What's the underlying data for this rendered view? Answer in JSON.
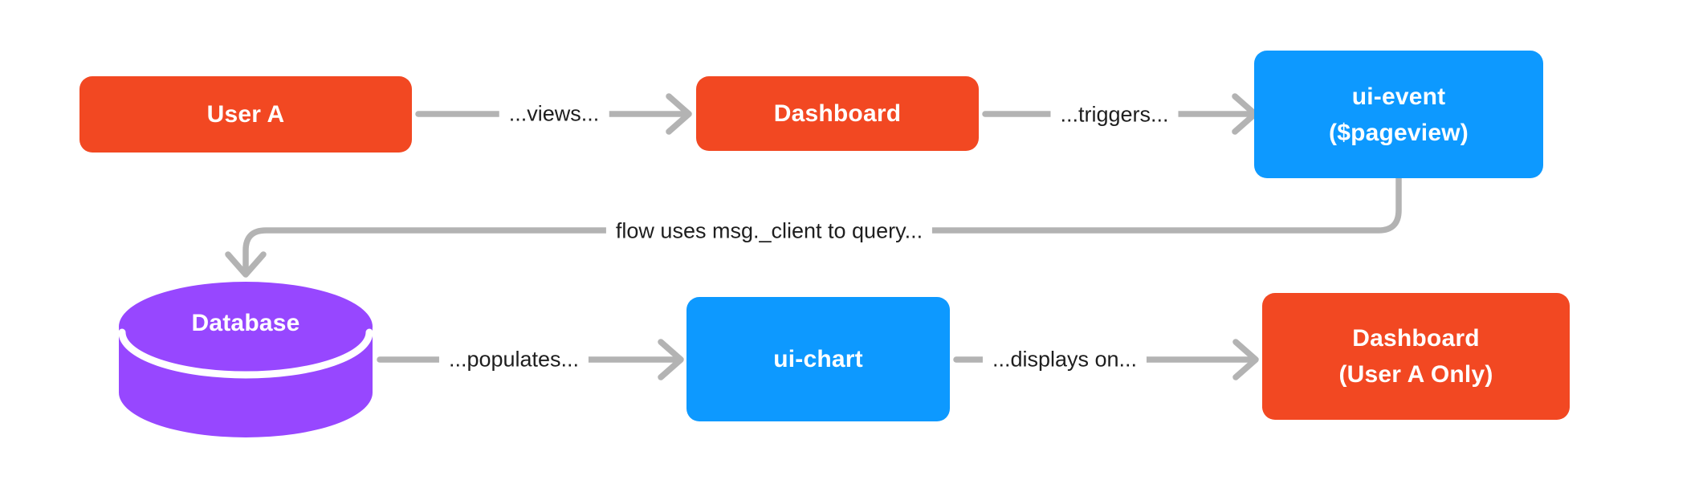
{
  "diagram": {
    "title": "flow-diagram",
    "background": "#FFFFFF",
    "colors": {
      "node_orange": "#F24822",
      "node_blue": "#0D99FF",
      "node_purple": "#9747FF",
      "edge_gray": "#B3B3B3",
      "edge_label_text": "#1E1E1E",
      "node_label_text": "#FFFFFF"
    },
    "nodes": {
      "user_a": {
        "label": "User A",
        "shape": "rounded-rect",
        "color": "#F24822"
      },
      "dashboard": {
        "label": "Dashboard",
        "shape": "rounded-rect",
        "color": "#F24822"
      },
      "ui_event": {
        "label": "ui-event\n($pageview)",
        "shape": "rounded-rect",
        "color": "#0D99FF"
      },
      "database": {
        "label": "Database",
        "shape": "cylinder",
        "color": "#9747FF"
      },
      "ui_chart": {
        "label": "ui-chart",
        "shape": "rounded-rect",
        "color": "#0D99FF"
      },
      "dashboard_user_a": {
        "label": "Dashboard\n(User A Only)",
        "shape": "rounded-rect",
        "color": "#F24822"
      }
    },
    "edges": {
      "views": {
        "label": "...views...",
        "from": "user_a",
        "to": "dashboard"
      },
      "triggers": {
        "label": "...triggers...",
        "from": "dashboard",
        "to": "ui_event"
      },
      "query": {
        "label": "flow uses msg._client to query...",
        "from": "ui_event",
        "to": "database"
      },
      "populates": {
        "label": "...populates...",
        "from": "database",
        "to": "ui_chart"
      },
      "displays_on": {
        "label": "...displays on...",
        "from": "ui_chart",
        "to": "dashboard_user_a"
      }
    }
  }
}
